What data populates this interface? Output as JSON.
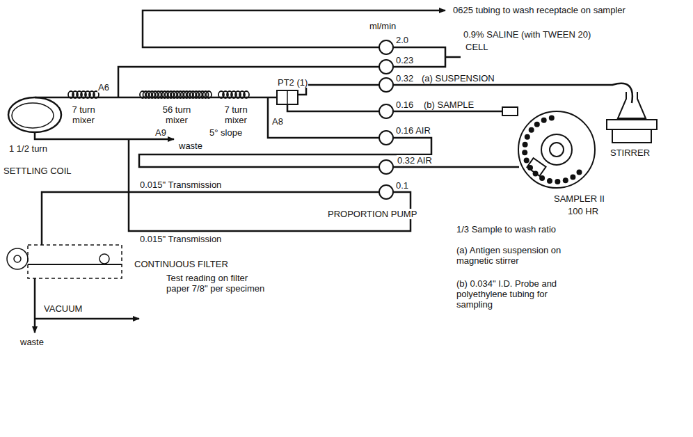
{
  "diagram": {
    "labels": [
      "0625 tubing to wash receptacle on sampler",
      "ml/min",
      "2.0",
      "0.9% SALINE (with TWEEN 20)",
      "0.23",
      "CELL",
      "0.32",
      "(a) SUSPENSION",
      "0.16",
      "(b) SAMPLE",
      "0.16 AIR",
      "0.32 AIR",
      "0.1",
      "A6",
      "7 turn mixer",
      "56 turn mixer",
      "7 turn mixer",
      "PT2 (1)",
      "A8",
      "A9",
      "5° slope",
      "waste",
      "1 1/2 turn",
      "SETTLING COIL",
      "0.015\" Transmission",
      "0.015\" Transmission",
      "PROPORTION PUMP",
      "SAMPLER II",
      "100 HR",
      "STIRRER",
      "1/3 Sample to wash ratio",
      "(a) Antigen suspension on magnetic stirrer",
      "(b) 0.034\" I.D. Probe and polyethylene tubing for sampling",
      "CONTINUOUS FILTER",
      "Test reading on filter paper 7/8\" per specimen",
      "VACUUM",
      "waste"
    ]
  }
}
